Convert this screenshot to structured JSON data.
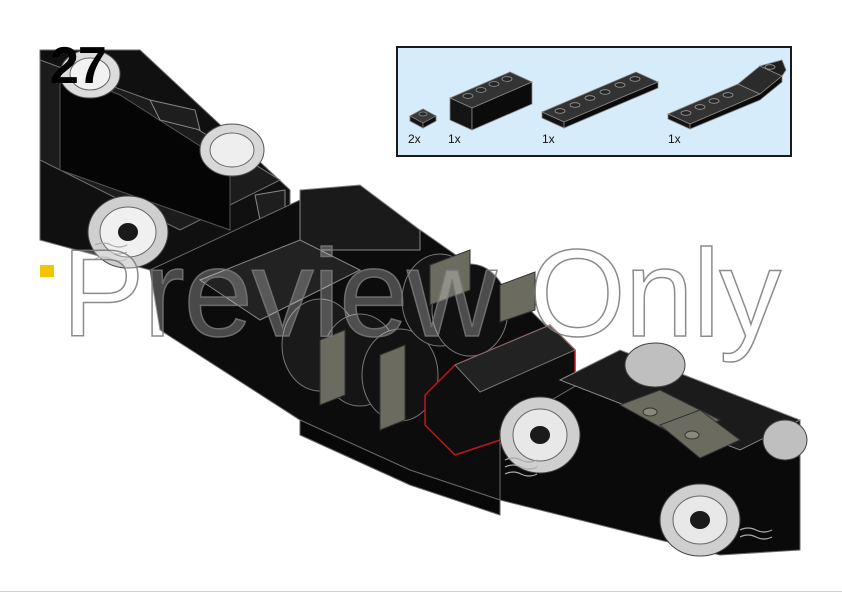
{
  "step": {
    "number": "27"
  },
  "parts_list": {
    "items": [
      {
        "name": "plate-1x1",
        "qty": "2x"
      },
      {
        "name": "brick-1x4",
        "qty": "1x"
      },
      {
        "name": "plate-1x6",
        "qty": "1x"
      },
      {
        "name": "slope-inverted-plate",
        "qty": "1x"
      }
    ]
  },
  "watermark": {
    "text": "Preview Only"
  },
  "colors": {
    "part_black": "#1b1b1b",
    "parts_box_bg": "#d6ecfa",
    "accent_red": "#c0141c",
    "dark_bluish_gray": "#6b6b5f",
    "wheel_light": "#cfcfcf",
    "yellow_marker": "#f5c400"
  }
}
